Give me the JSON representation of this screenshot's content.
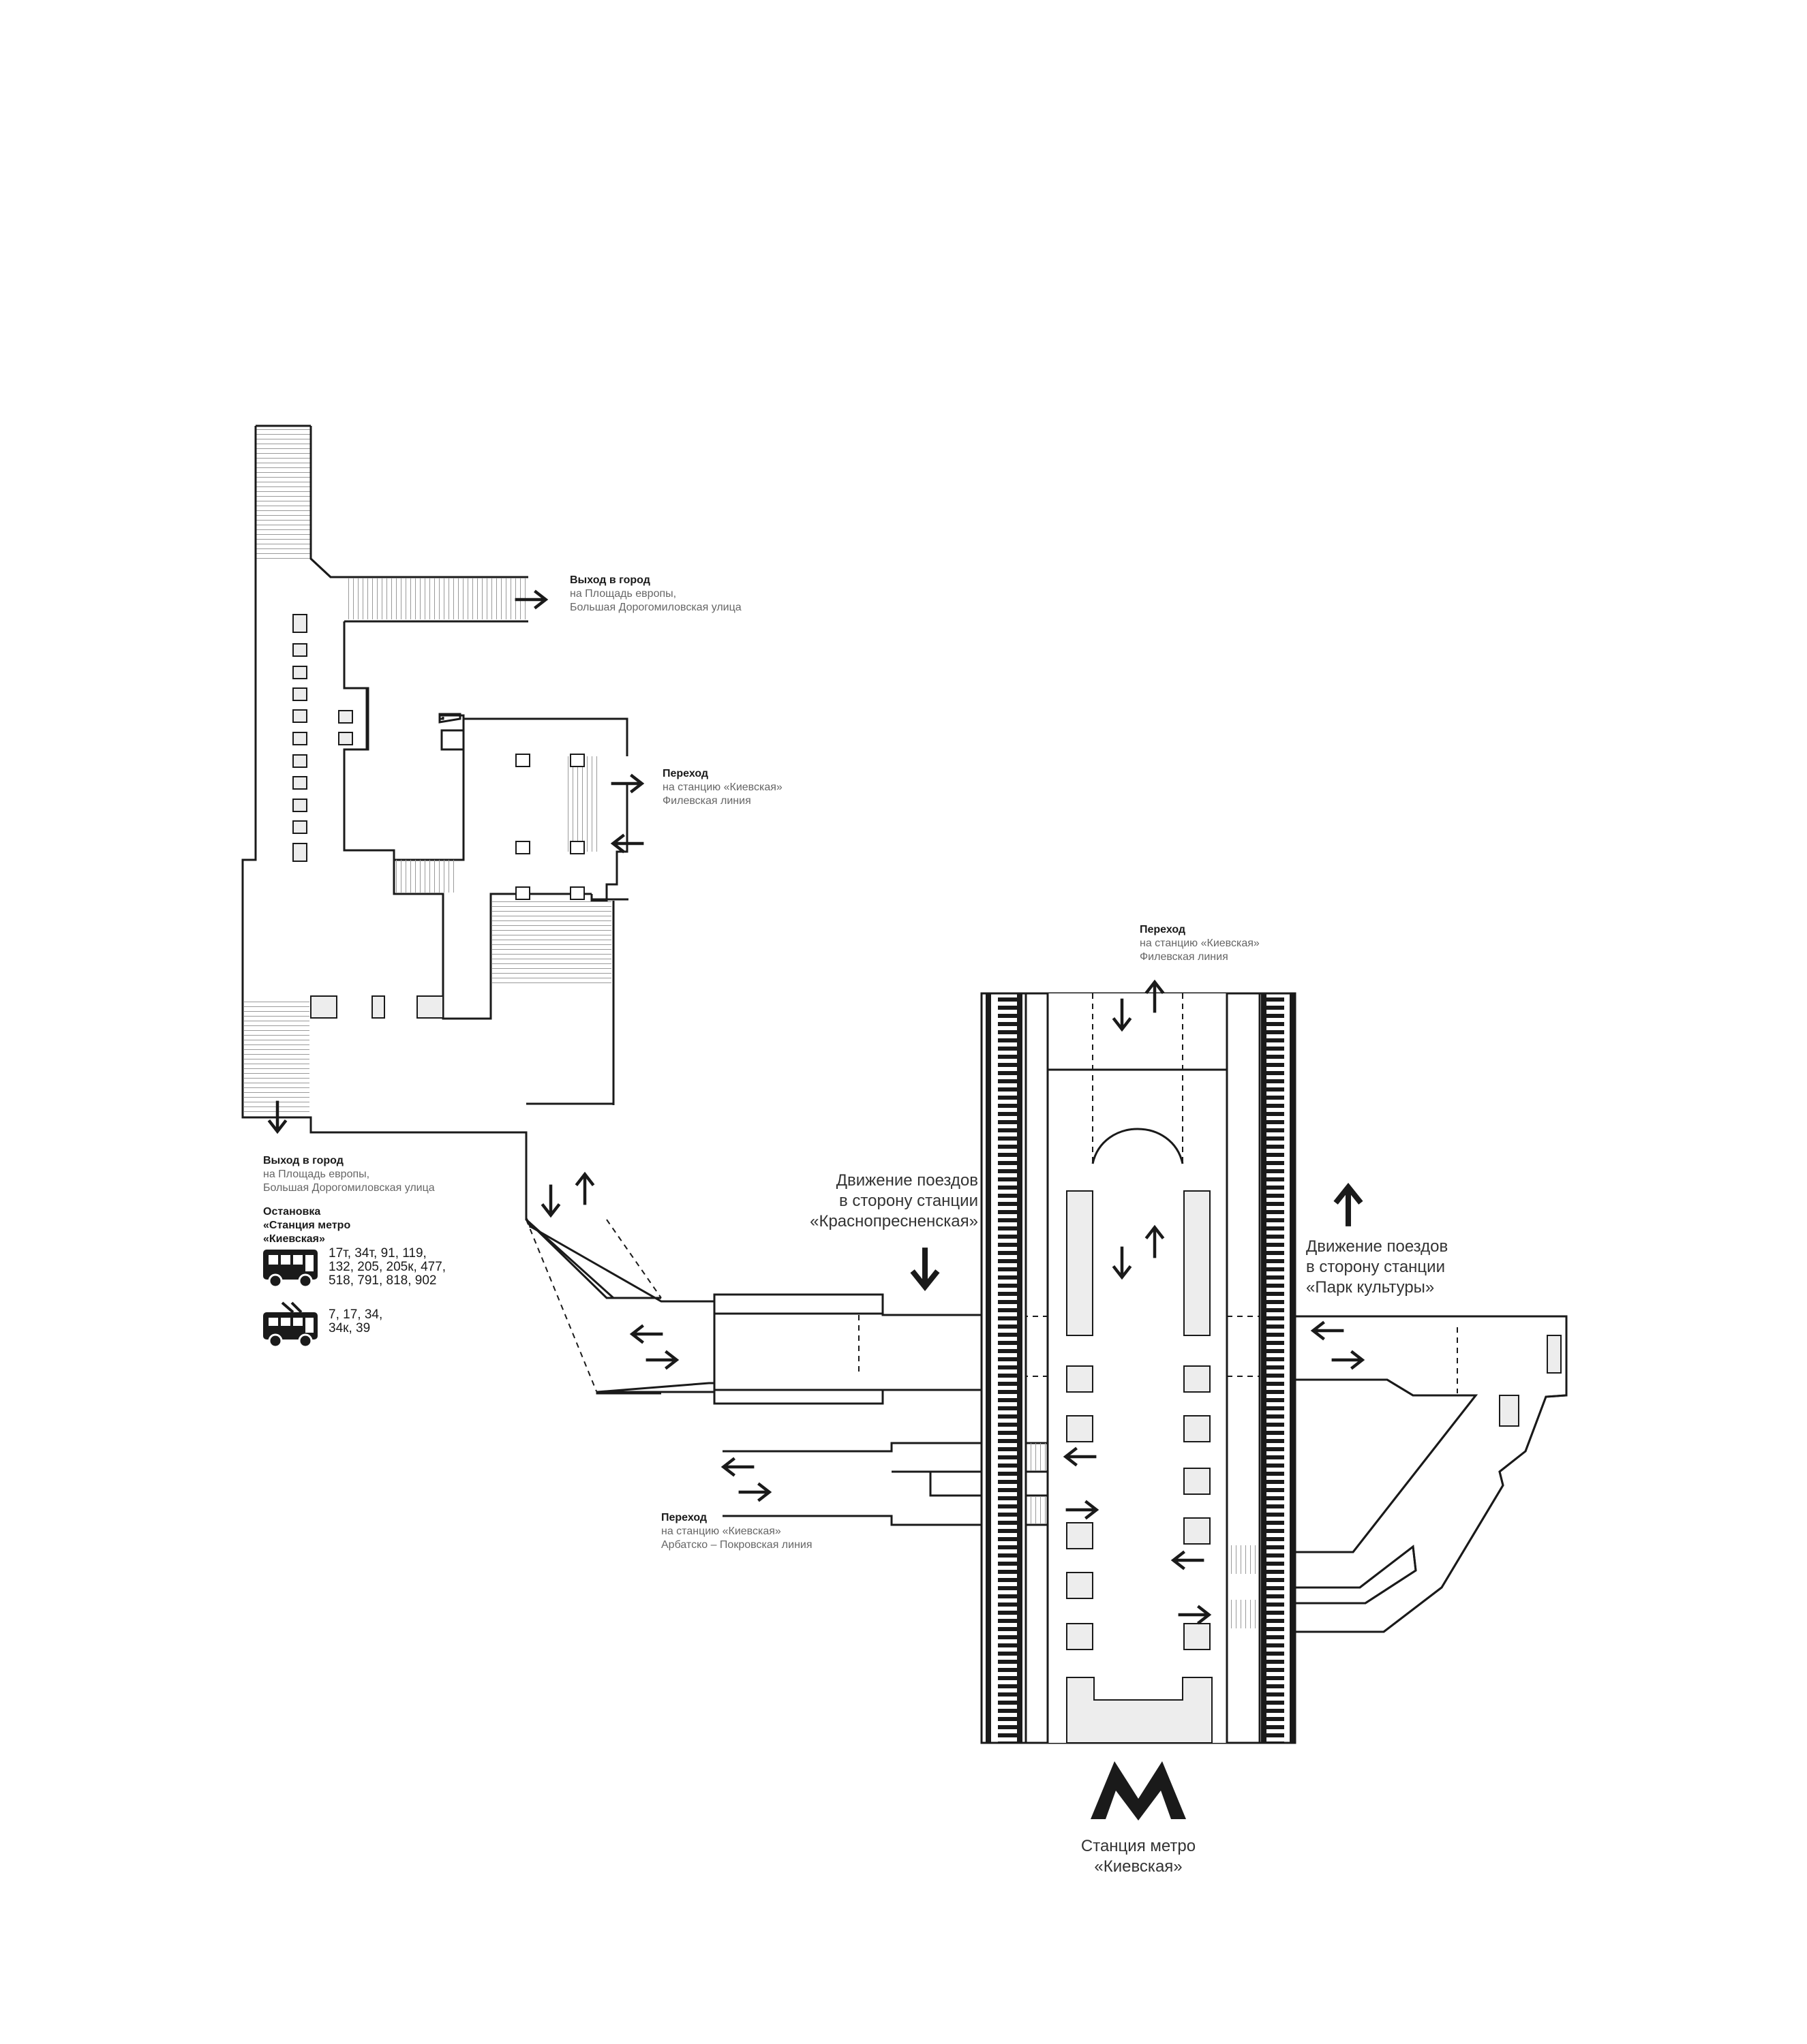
{
  "colors": {
    "line": "#1a1a1a",
    "fill": "#ededed",
    "muted": "#666666",
    "bg": "#ffffff"
  },
  "exit_top": {
    "title": "Выход в город",
    "line1": "на Площадь европы,",
    "line2": "Большая Дорогомиловская улица"
  },
  "transfer_top": {
    "title": "Переход",
    "line1": "на станцию «Киевская»",
    "line2": "Филевская линия"
  },
  "transfer_upper": {
    "title": "Переход",
    "line1": "на станцию «Киевская»",
    "line2": "Филевская линия"
  },
  "exit_left": {
    "title": "Выход в город",
    "line1": "на Площадь европы,",
    "line2": "Большая Дорогомиловская улица"
  },
  "bus_stop": {
    "title_line1": "Остановка",
    "title_line2": "«Станция метро",
    "title_line3": "«Киевская»",
    "bus_icon": "bus-icon",
    "bus_routes_line1": "17т, 34т, 91, 119,",
    "bus_routes_line2": "132, 205, 205к, 477,",
    "bus_routes_line3": "518, 791, 818, 902",
    "trolley_icon": "trolleybus-icon",
    "trolley_routes_line1": "7, 17, 34,",
    "trolley_routes_line2": "34к, 39"
  },
  "direction_left": {
    "line1": "Движение поездов",
    "line2": "в сторону станции",
    "line3": "«Краснопресненская»"
  },
  "direction_right": {
    "line1": "Движение поездов",
    "line2": "в сторону станции",
    "line3": "«Парк культуры»"
  },
  "transfer_bottom": {
    "title": "Переход",
    "line1": "на станцию «Киевская»",
    "line2": "Арбатско – Покровская линия"
  },
  "station": {
    "logo_icon": "metro-m-logo",
    "name_line1": "Станция метро",
    "name_line2": "«Киевская»"
  }
}
